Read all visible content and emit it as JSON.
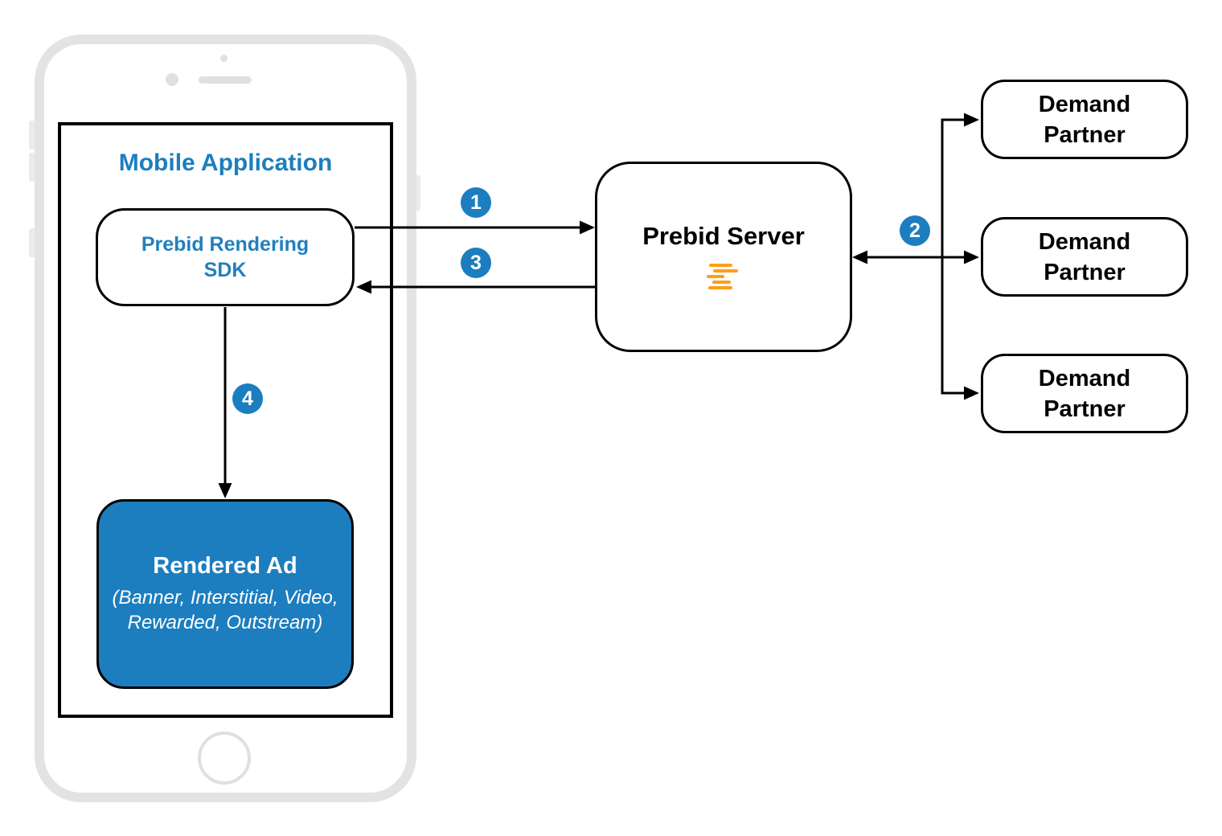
{
  "colors": {
    "accent_blue": "#1C7EBF",
    "logo_orange": "#FF9E16",
    "line_black": "#000000",
    "phone_gray": "#E3E3E5"
  },
  "mobile_app": {
    "title": "Mobile Application"
  },
  "sdk": {
    "line1": "Prebid Rendering",
    "line2": "SDK"
  },
  "rendered_ad": {
    "title": "Rendered Ad",
    "sub1": "(Banner, Interstitial, Video,",
    "sub2": "Rewarded, Outstream)"
  },
  "server": {
    "label": "Prebid Server"
  },
  "partners": [
    {
      "line1": "Demand",
      "line2": "Partner"
    },
    {
      "line1": "Demand",
      "line2": "Partner"
    },
    {
      "line1": "Demand",
      "line2": "Partner"
    }
  ],
  "steps": [
    {
      "label": "1"
    },
    {
      "label": "2"
    },
    {
      "label": "3"
    },
    {
      "label": "4"
    }
  ]
}
